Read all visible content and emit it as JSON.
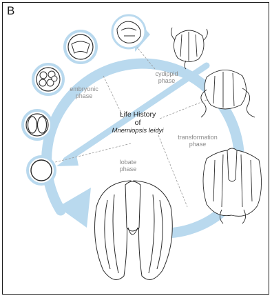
{
  "panel_label": "B",
  "title": {
    "line1": "Life History",
    "line2": "of",
    "species": "Mnemiopsis leidyi"
  },
  "stages": [
    {
      "id": "embryonic",
      "line1": "embryonic",
      "line2": "phase"
    },
    {
      "id": "cydippid",
      "line1": "cydippid",
      "line2": "phase"
    },
    {
      "id": "transformation",
      "line1": "transformation",
      "line2": "phase"
    },
    {
      "id": "lobate",
      "line1": "lobate",
      "line2": "phase"
    }
  ],
  "colors": {
    "cycle": "#b9d9ee",
    "outline": "#2a2a2a",
    "label": "#8a8a8a",
    "leader": "#9a9a9a"
  }
}
